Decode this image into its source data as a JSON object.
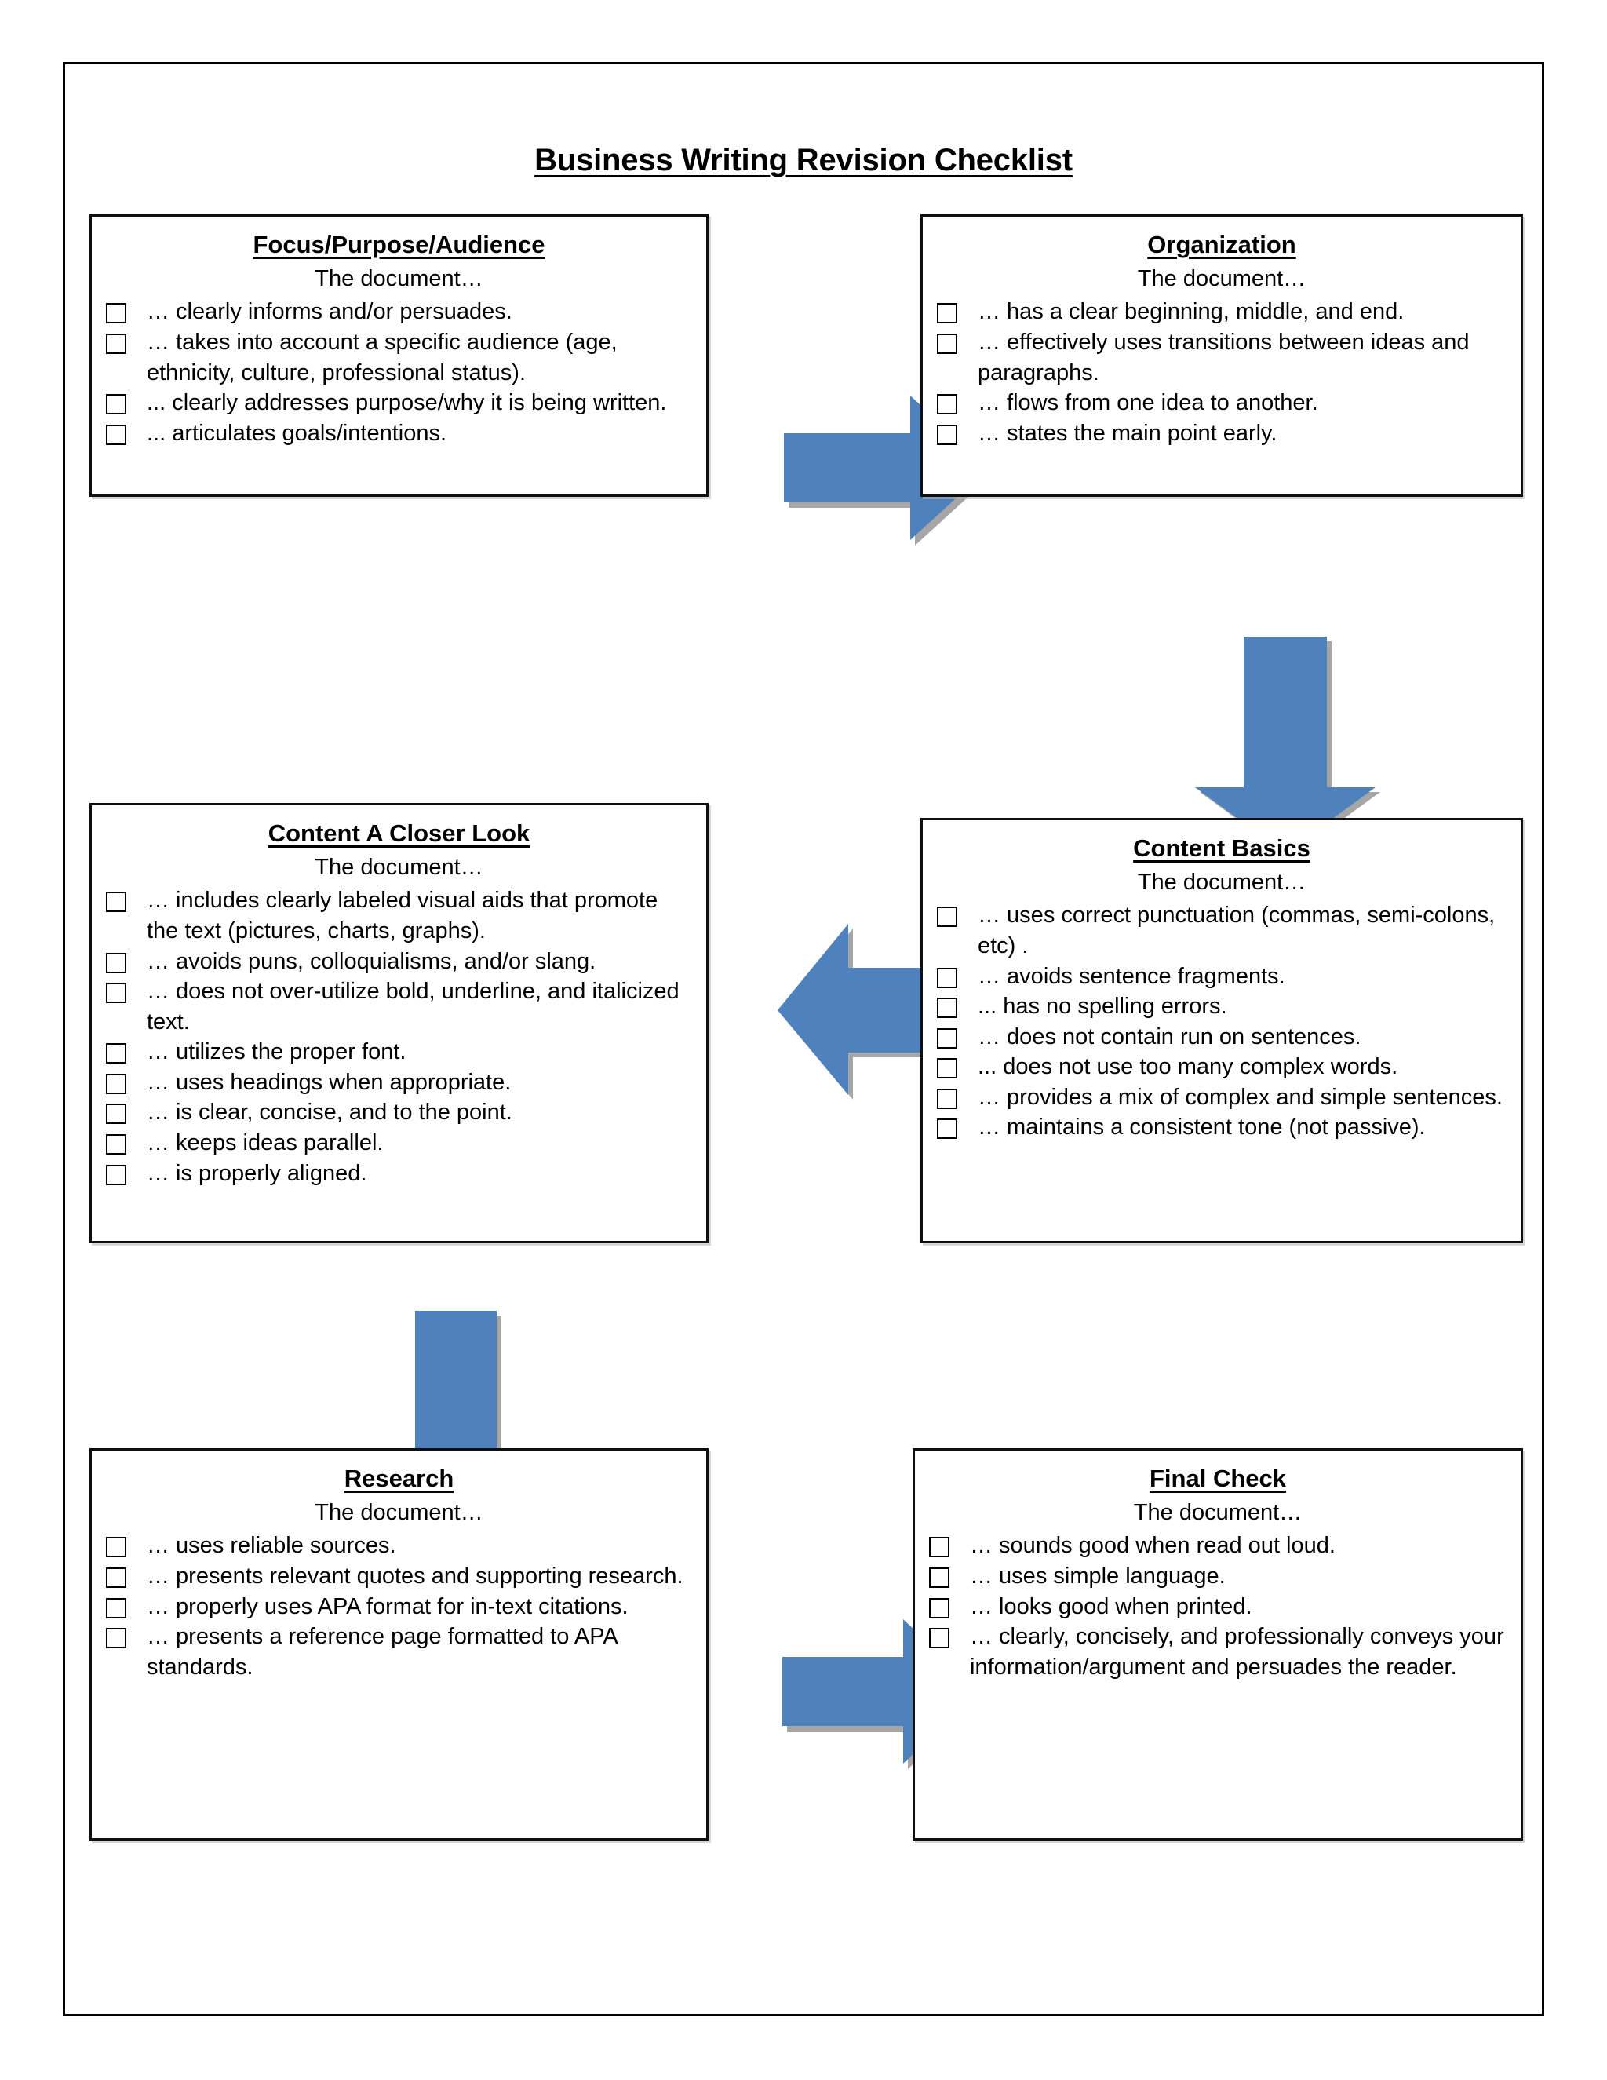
{
  "document": {
    "title": "Business Writing Revision Checklist",
    "subtitle_label": "The document…"
  },
  "boxes": [
    {
      "id": "focus",
      "title": "Focus/Purpose/Audience",
      "subtitle": "The document…",
      "items": [
        "… clearly informs and/or persuades.",
        "… takes into account a specific audience (age, ethnicity, culture, professional status).",
        "... clearly addresses purpose/why it is being written.",
        "... articulates goals/intentions."
      ]
    },
    {
      "id": "organization",
      "title": "Organization",
      "subtitle": "The document…",
      "items": [
        "… has a clear beginning, middle, and end.",
        "… effectively uses transitions between ideas and paragraphs.",
        "… flows from one idea to another.",
        "… states the main point early."
      ]
    },
    {
      "id": "closer",
      "title": "Content A Closer Look",
      "subtitle": "The document…",
      "items": [
        "… includes clearly labeled visual aids that promote the text (pictures, charts, graphs).",
        "… avoids puns, colloquialisms, and/or slang.",
        "… does not over-utilize bold, underline, and italicized text.",
        "… utilizes the proper font.",
        "… uses headings when appropriate.",
        "… is clear, concise, and to the point.",
        "… keeps ideas parallel.",
        "… is properly aligned."
      ]
    },
    {
      "id": "basics",
      "title": "Content Basics",
      "subtitle": "The document…",
      "items": [
        "… uses correct punctuation (commas, semi-colons, etc) .",
        "… avoids sentence fragments.",
        "... has no spelling errors.",
        "… does not contain run on sentences.",
        "... does not use too many complex words.",
        "… provides a mix of complex and simple sentences.",
        "… maintains a consistent tone (not passive)."
      ]
    },
    {
      "id": "research",
      "title": "Research",
      "subtitle": "The document…",
      "items": [
        "… uses reliable sources.",
        "… presents relevant quotes and supporting research.",
        "… properly uses APA format for in-text citations.",
        "… presents a reference page formatted to APA standards."
      ]
    },
    {
      "id": "final",
      "title": "Final Check",
      "subtitle": "The document…",
      "items": [
        "… sounds good when read out loud.",
        "… uses simple language.",
        "… looks good when printed.",
        "… clearly, concisely, and professionally conveys your information/argument and persuades the reader."
      ]
    }
  ],
  "arrows": [
    {
      "id": "focus-to-organization",
      "direction": "right",
      "from": "focus",
      "to": "organization"
    },
    {
      "id": "organization-to-basics",
      "direction": "down",
      "from": "organization",
      "to": "basics"
    },
    {
      "id": "basics-to-closer",
      "direction": "left",
      "from": "basics",
      "to": "closer"
    },
    {
      "id": "closer-to-research",
      "direction": "down",
      "from": "closer",
      "to": "research"
    },
    {
      "id": "research-to-final",
      "direction": "right",
      "from": "research",
      "to": "final"
    }
  ],
  "colors": {
    "arrow_fill": "#4F81BD",
    "arrow_shadow": "#A6A6A6",
    "border": "#000000",
    "page_background": "#FFFFFF"
  },
  "checkbox": {
    "glyph": "empty-checkbox",
    "checked": false
  }
}
